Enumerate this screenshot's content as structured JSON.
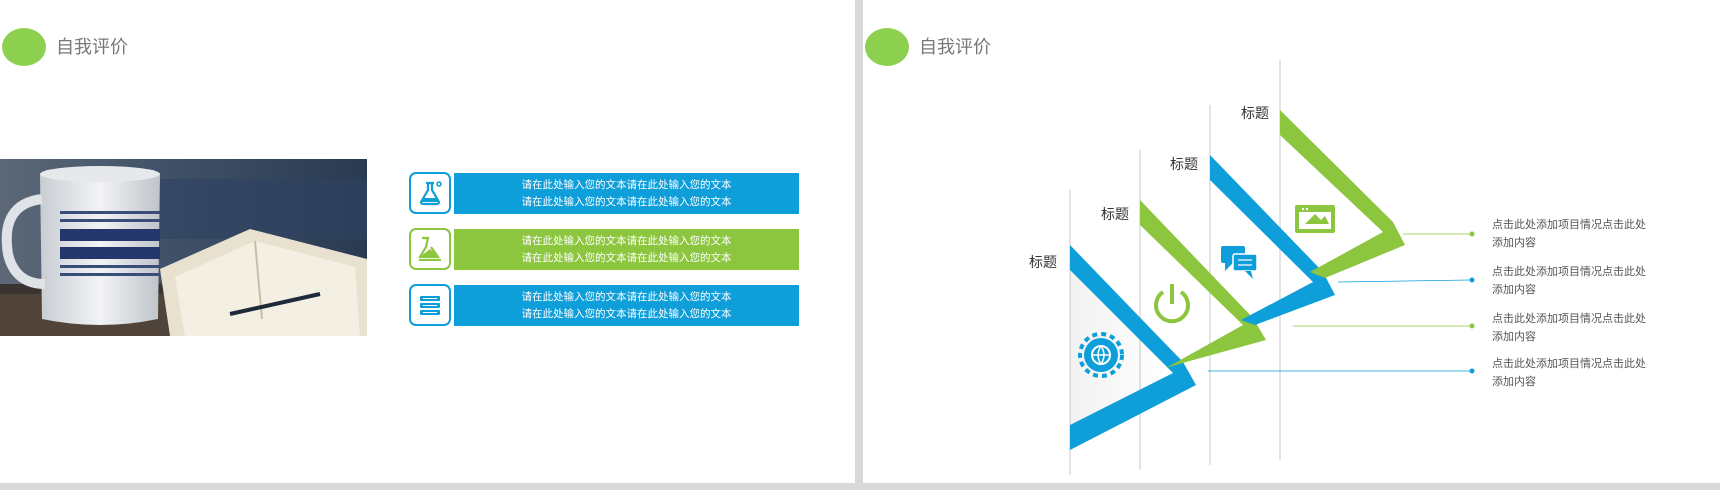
{
  "left_slide": {
    "title": "自我评价",
    "rows": [
      {
        "line1": "请在此处输入您的文本请在此处输入您的文本",
        "line2": "请在此处输入您的文本请在此处输入您的文本",
        "icon": "flask-icon",
        "color": "#0e9ed9"
      },
      {
        "line1": "请在此处输入您的文本请在此处输入您的文本",
        "line2": "请在此处输入您的文本请在此处输入您的文本",
        "icon": "experiment-icon",
        "color": "#8cc63e"
      },
      {
        "line1": "请在此处输入您的文本请在此处输入您的文本",
        "line2": "请在此处输入您的文本请在此处输入您的文本",
        "icon": "stack-icon",
        "color": "#0e9ed9"
      }
    ]
  },
  "right_slide": {
    "title": "自我评价",
    "chevron_labels": [
      "标题",
      "标题",
      "标题",
      "标题"
    ],
    "chevron_icons": [
      "gear-globe-icon",
      "power-icon",
      "chat-icon",
      "monitor-icon"
    ],
    "callouts": [
      {
        "line1": "点击此处添加项目情况点击此处",
        "line2": "添加内容"
      },
      {
        "line1": "点击此处添加项目情况点击此处",
        "line2": "添加内容"
      },
      {
        "line1": "点击此处添加项目情况点击此处",
        "line2": "添加内容"
      },
      {
        "line1": "点击此处添加项目情况点击此处",
        "line2": "添加内容"
      }
    ]
  },
  "colors": {
    "blue": "#0e9ed9",
    "green": "#8cc63e",
    "title_dot": "#8dcf4f"
  }
}
